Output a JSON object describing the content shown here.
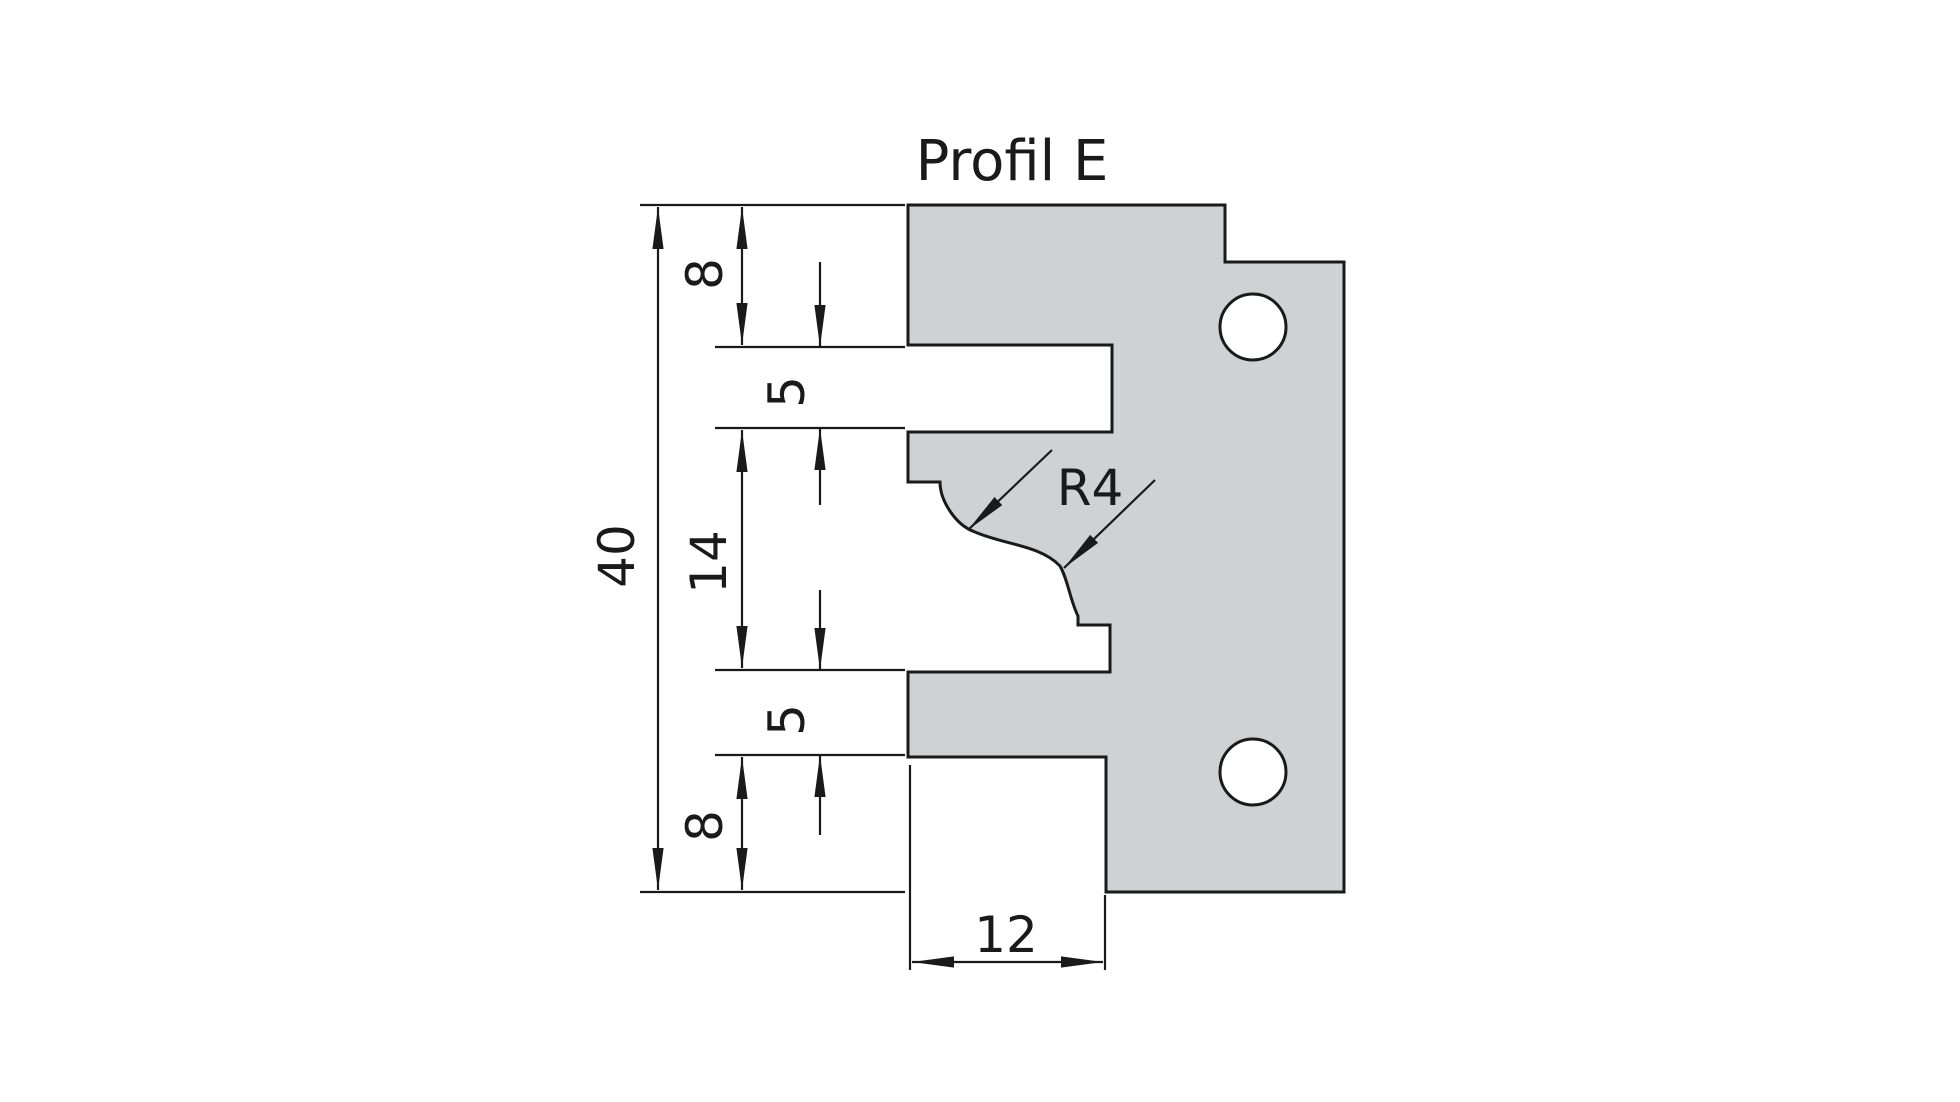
{
  "title": "Profil E",
  "colors": {
    "body_fill": "#cfd1d3",
    "outline": "#1a1a1a",
    "hole_fill": "#ffffff",
    "background": "#ffffff"
  },
  "dimensions": {
    "total_height": "40",
    "top_step": "8",
    "upper_groove": "5",
    "middle_profile": "14",
    "lower_groove": "5",
    "bottom_step": "8",
    "groove_depth": "12",
    "radius": "R4"
  }
}
